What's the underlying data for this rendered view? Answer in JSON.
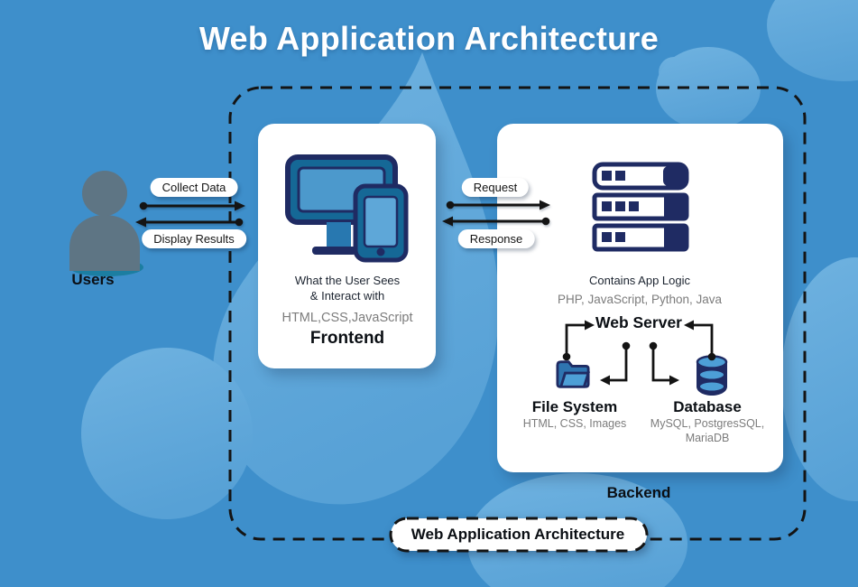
{
  "title": "Web Application Architecture",
  "users": {
    "label": "Users"
  },
  "flows": {
    "collect": "Collect Data",
    "display": "Display Results",
    "request": "Request",
    "response": "Response"
  },
  "frontend": {
    "desc_line1": "What the User Sees",
    "desc_line2": "& Interact with",
    "tech": "HTML,CSS,JavaScript",
    "label": "Frontend"
  },
  "backend": {
    "desc": "Contains App Logic",
    "tech": "PHP, JavaScript, Python, Java",
    "web_server_label": "Web Server",
    "file_system": {
      "label": "File System",
      "tech": "HTML, CSS, Images"
    },
    "database": {
      "label": "Database",
      "tech_line1": "MySQL, PostgresSQL,",
      "tech_line2": "MariaDB"
    },
    "label": "Backend"
  },
  "footer": {
    "label": "Web Application Architecture"
  },
  "colors": {
    "background": "#3E8FCB",
    "blob_light": "#6CB0DF",
    "blob": "#58A2D6",
    "navy": "#1F2B63",
    "device_frame_teal": "#156896",
    "screen_blue": "#4C99CC",
    "tablet_screen": "#5EA7D8",
    "folder_front": "#4D9FD6",
    "folder_back": "#2E74B0",
    "person_gray": "#5E7584",
    "person_shadow_teal": "#1C7EA1",
    "line_black": "#141414",
    "muted_text": "#7C7C7C",
    "card_white": "#FFFFFF"
  }
}
